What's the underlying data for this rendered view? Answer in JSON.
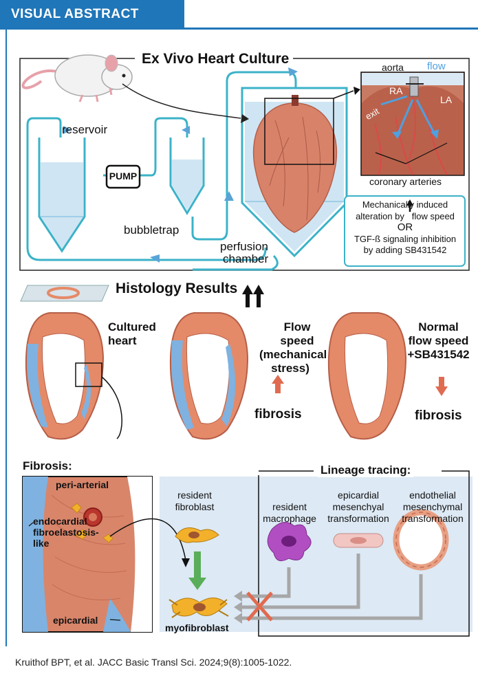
{
  "banner": {
    "title": "VISUAL ABSTRACT"
  },
  "ex_vivo": {
    "title": "Ex Vivo Heart Culture",
    "reservoir": "reservoir",
    "pump": "PUMP",
    "bubbletrap": "bubbletrap",
    "perfusion_chamber": [
      "perfusion",
      "chamber"
    ],
    "aorta": "aorta",
    "flow": "flow",
    "ra": "RA",
    "la": "LA",
    "exit": "exit",
    "coronary_arteries": "coronary arteries",
    "intervention": [
      "Mechanically induced",
      "alteration by",
      "flow speed",
      "OR",
      "TGF-ß signaling inhibition",
      "by adding SB431542"
    ]
  },
  "histology": {
    "title": "Histology Results",
    "cultured": [
      "Cultured",
      "heart"
    ],
    "flow": [
      "Flow",
      "speed",
      "(mechanical",
      "stress)"
    ],
    "normal": [
      "Normal",
      "flow speed",
      "+SB431542"
    ],
    "fibrosis_up": "fibrosis",
    "fibrosis_down": "fibrosis"
  },
  "fibrosis_panel": {
    "title": "Fibrosis:",
    "peri_arterial": "peri-arterial",
    "endocardial": [
      "endocardial",
      "fibroelastosis-",
      "like"
    ],
    "epicardial": "epicardial"
  },
  "lineage": {
    "title": "Lineage tracing:",
    "resident_fibroblast": [
      "resident",
      "fibroblast"
    ],
    "resident_macrophage": [
      "resident",
      "macrophage"
    ],
    "epicardial_emt": [
      "epicardial",
      "mesenchyal",
      "transformation"
    ],
    "endothelial_emt": [
      "endothelial",
      "mesenchymal",
      "transformation"
    ],
    "myofibroblast": "myofibroblast"
  },
  "citation": "Kruithof BPT, et al. JACC Basic Transl Sci. 2024;9(8):1005-1022.",
  "colors": {
    "brand": "#1f76b8",
    "tissue": "#e58a68",
    "fibrosis": "#7fb2e0",
    "teal": "#3bb2c8"
  }
}
